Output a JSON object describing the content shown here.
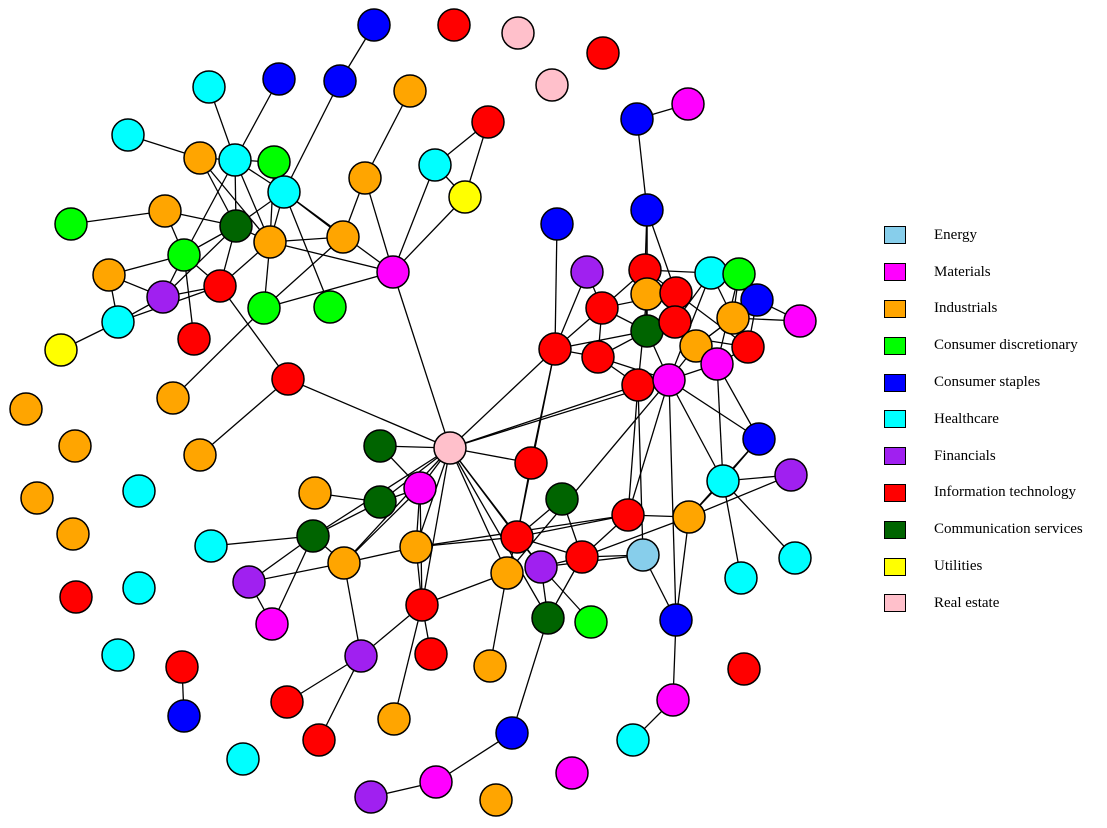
{
  "legend": [
    {
      "label": "Energy",
      "color": "#87ceeb"
    },
    {
      "label": "Materials",
      "color": "#ff00ff"
    },
    {
      "label": "Industrials",
      "color": "#ffa500"
    },
    {
      "label": "Consumer discretionary",
      "color": "#00ff00"
    },
    {
      "label": "Consumer staples",
      "color": "#0000ff"
    },
    {
      "label": "Healthcare",
      "color": "#00ffff"
    },
    {
      "label": "Financials",
      "color": "#a020f0"
    },
    {
      "label": "Information technology",
      "color": "#ff0000"
    },
    {
      "label": "Communication services",
      "color": "#006400"
    },
    {
      "label": "Utilities",
      "color": "#ffff00"
    },
    {
      "label": "Real estate",
      "color": "#ffc0cb"
    }
  ]
}
